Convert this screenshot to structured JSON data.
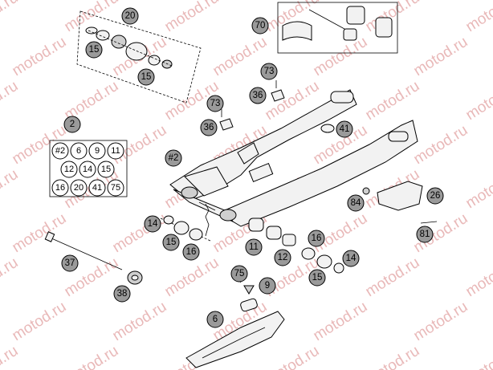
{
  "watermark": "motod.ru",
  "callouts": {
    "c20": "20",
    "c15a": "15",
    "c15b": "15",
    "c70": "70",
    "c73a": "73",
    "c36a": "36",
    "c73b": "73",
    "c36b": "36",
    "c41": "41",
    "c2": "2",
    "c2b": "#2",
    "c14a": "14",
    "c15c": "15",
    "c16a": "16",
    "c11": "11",
    "c12": "12",
    "c16b": "16",
    "c14b": "14",
    "c15d": "15",
    "c75": "75",
    "c9": "9",
    "c37": "37",
    "c38": "38",
    "c6": "6",
    "c84": "84",
    "c26": "26",
    "c81": "81"
  },
  "kit_numbers": [
    "#2",
    "6",
    "9",
    "11",
    "12",
    "14",
    "15",
    "16",
    "20",
    "41",
    "75"
  ]
}
